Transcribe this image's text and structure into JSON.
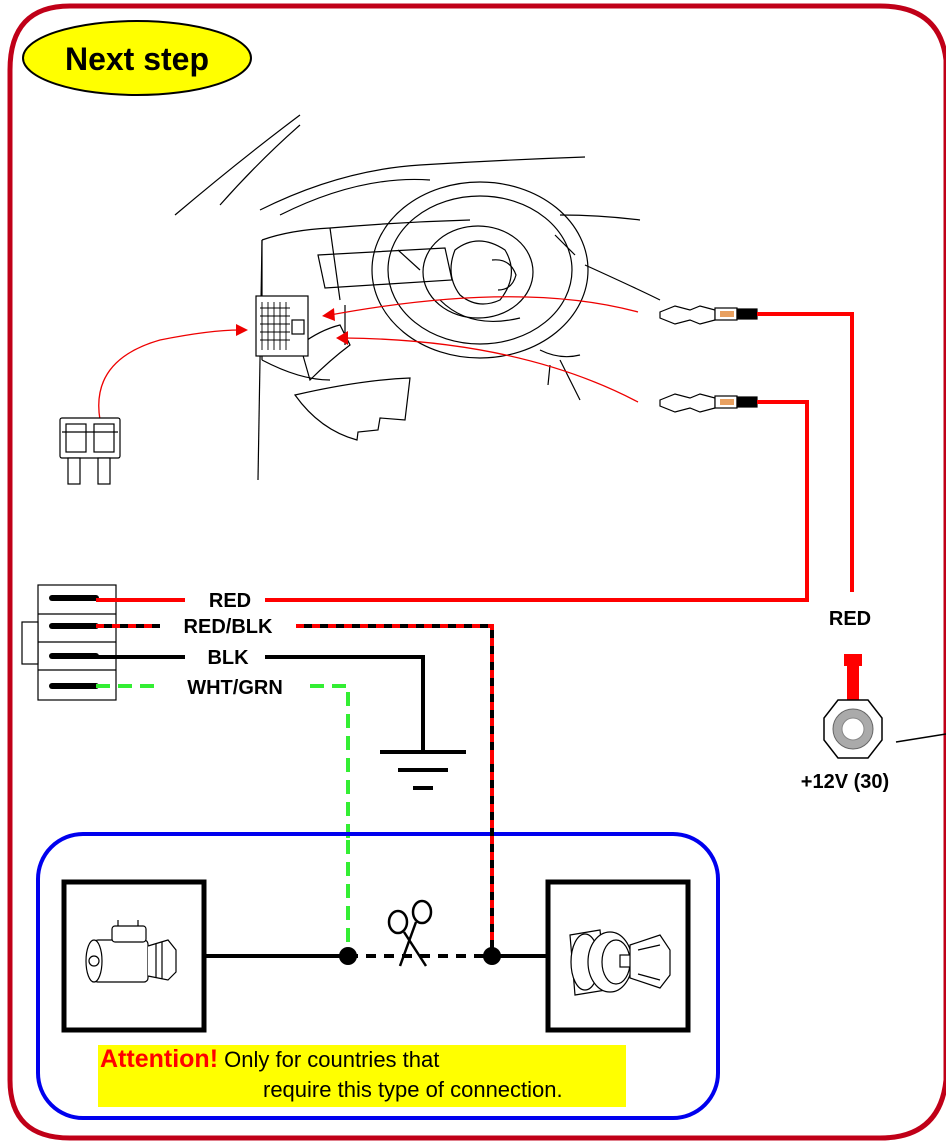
{
  "header": {
    "title": "Next step"
  },
  "wires": {
    "red": "RED",
    "red_blk": "RED/BLK",
    "blk": "BLK",
    "wht_grn": "WHT/GRN",
    "supply_wire": "RED"
  },
  "terminal": {
    "label": "+12V (30)"
  },
  "note": {
    "attention": "Attention!",
    "line1": "Only for countries that",
    "line2": "require this type of connection."
  },
  "colors": {
    "frame": "#c00018",
    "red_wire": "#ff0000",
    "green_wire": "#33ee33",
    "black_wire": "#000000",
    "attention_box": "#0000ee",
    "title_badge": "#ffff00",
    "note_highlight": "#ffff00"
  },
  "icons": [
    "dashboard-illustration",
    "fuse-icon",
    "connector-icon",
    "ground-icon",
    "starter-motor-icon",
    "ignition-key-icon",
    "scissors-icon",
    "ring-terminal-icon"
  ]
}
